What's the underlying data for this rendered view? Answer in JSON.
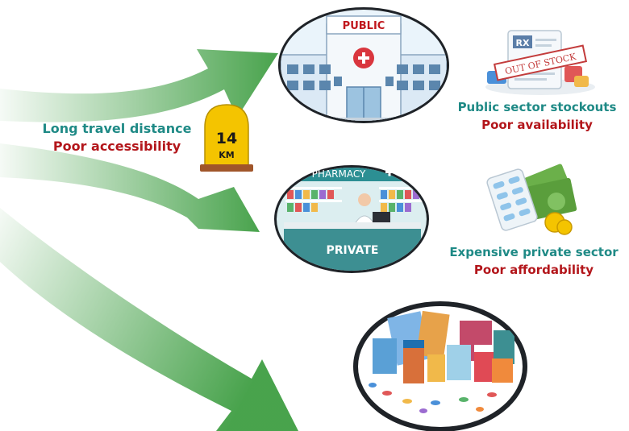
{
  "colors": {
    "teal": "#1f8a86",
    "dark_red": "#b3161b",
    "arrow_green": "#3f9e43",
    "milestone_yellow": "#f4c400"
  },
  "hospital": {
    "sign": "PUBLIC",
    "icon": "hospital-building-icon"
  },
  "pharmacy": {
    "sign": "PHARMACY",
    "counter": "PRIVATE",
    "icon": "pharmacy-shop-icon"
  },
  "milestone": {
    "number": "14",
    "unit": "KM",
    "icon": "milestone-icon"
  },
  "stock_card": {
    "header": "RX",
    "stamp": "OUT OF STOCK",
    "icon": "prescription-clipboard-icon"
  },
  "money": {
    "icon": "money-pills-icon"
  },
  "medicines": {
    "icon": "medicine-pile-icon"
  },
  "barriers": {
    "travel": {
      "title": "Long travel distance",
      "subtitle": "Poor accessibility"
    },
    "stockouts": {
      "title": "Public sector stockouts",
      "subtitle": "Poor availability"
    },
    "private": {
      "title": "Expensive private sector",
      "subtitle": "Poor affordability"
    }
  }
}
